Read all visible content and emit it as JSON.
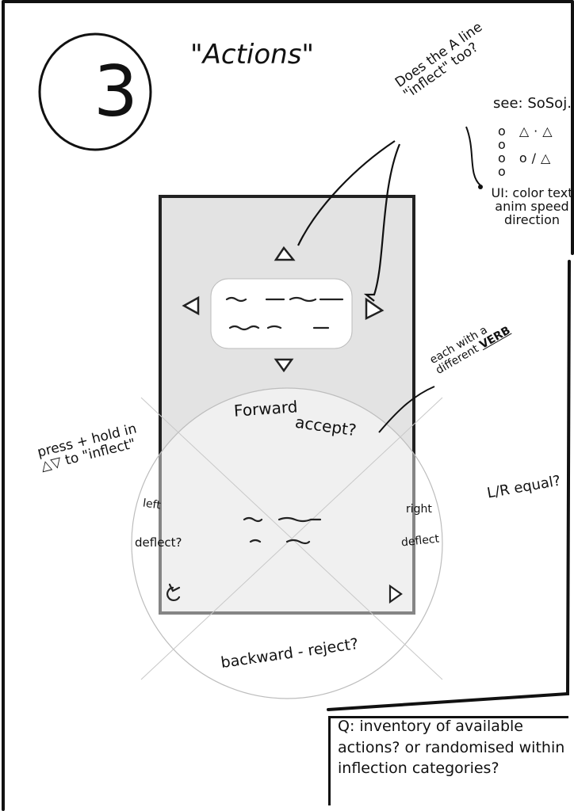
{
  "page_number": "3",
  "title": "\"Actions\"",
  "annotations": {
    "inflect_question": "Does the A line \"inflect\" too?",
    "see_label": "see: SoSoj.",
    "symbol_row_1": "o △·△ o",
    "symbol_row_2": "o o/△ o",
    "ui_label": "UI: color text anim speed direction",
    "forward_label": "Forward",
    "accept_label": "accept?",
    "each_with_prefix": "each with a different",
    "verb_label": "VERB",
    "press_hold": "press + hold in △▽ to \"inflect\"",
    "left_label": "left",
    "deflect_left": "deflect?",
    "right_label": "right",
    "deflect_right": "deflect",
    "lr_label": "L/R equal?",
    "backward_label": "backward - reject?",
    "question_box": "Q: inventory of available actions? or randomised within inflection categories?"
  },
  "icons": {
    "top_arrow": "triangle-up-icon",
    "bottom_arrow": "triangle-down-icon",
    "left_arrow": "triangle-left-icon",
    "right_arrow": "triangle-right-icon",
    "undo": "undo-icon",
    "play": "play-icon"
  },
  "colors": {
    "ink": "#111111",
    "phone_fill": "#e3e3e3",
    "card_fill": "#ffffff",
    "circle_stroke": "#bdbdbd"
  }
}
